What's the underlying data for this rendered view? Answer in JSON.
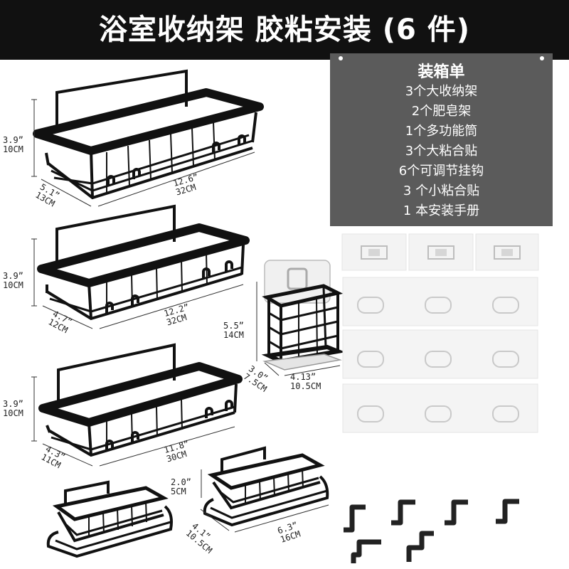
{
  "title": "浴室收纳架 胶粘安装 (6 件)",
  "packing_list": {
    "heading": "装箱单",
    "items": [
      "3个大收纳架",
      "2个肥皂架",
      "1个多功能筒",
      "3个大粘合贴",
      "6个可调节挂钩",
      "3 个小粘合贴",
      "1 本安装手册"
    ]
  },
  "dimensions": {
    "shelf1": {
      "height_in": "3.9”",
      "height_cm": "10CM",
      "depth_in": "5.1”",
      "depth_cm": "13CM",
      "length_in": "12.6”",
      "length_cm": "32CM"
    },
    "shelf2": {
      "height_in": "3.9”",
      "height_cm": "10CM",
      "depth_in": "4.7”",
      "depth_cm": "12CM",
      "length_in": "12.2”",
      "length_cm": "32CM"
    },
    "shelf3": {
      "height_in": "3.9”",
      "height_cm": "10CM",
      "depth_in": "4.3”",
      "depth_cm": "11CM",
      "length_in": "11.8”",
      "length_cm": "30CM"
    },
    "holder": {
      "height_in": "5.5”",
      "height_cm": "14CM",
      "depth_in": "3.0”",
      "depth_cm": "7.5CM",
      "width_in": "4.13”",
      "width_cm": "10.5CM"
    },
    "soap": {
      "height_in": "2.0”",
      "height_cm": "5CM",
      "depth_in": "4.1”",
      "depth_cm": "10.5CM",
      "length_in": "6.3”",
      "length_cm": "16CM"
    }
  },
  "colors": {
    "title_bg": "#111111",
    "panel_bg": "#5b5b5b",
    "metal": "#111111",
    "adhesive": "#f3f3f3"
  }
}
